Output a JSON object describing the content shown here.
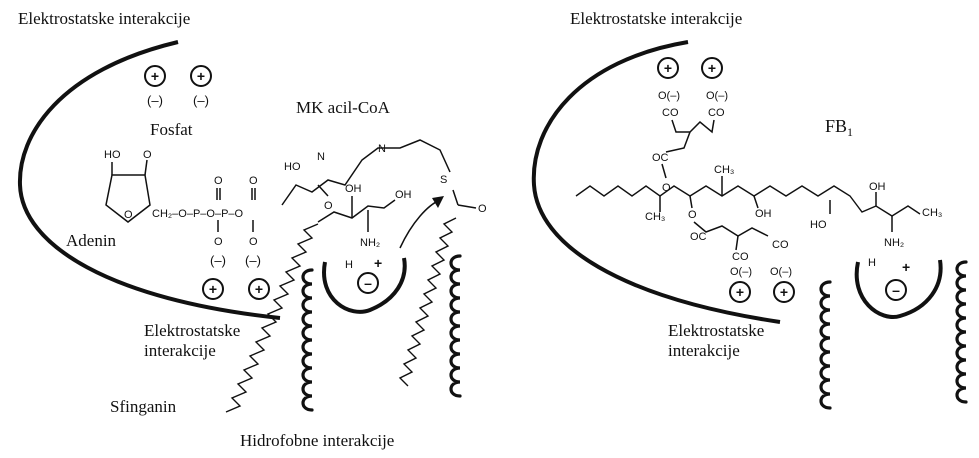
{
  "left": {
    "top_label": "Elektrostatske interakcije",
    "phosphate_label": "Fosfat",
    "acylcoa_label": "MK acil-CoA",
    "adenine_label": "Adenin",
    "bottom_label_line1": "Elektrostatske",
    "bottom_label_line2": "interakcije",
    "sphinganine_label": "Sfinganin",
    "hydrophobic_label": "Hidrofobne interakcije",
    "plus": "+",
    "minus": "(–)",
    "chem": {
      "ho": "HO",
      "o": "O",
      "ch2op": "CH₂–O–P–O–P–O",
      "ho2": "HO",
      "n": "N",
      "nh": "N",
      "s": "S",
      "oh": "OH",
      "oh2": "OH",
      "nh2": "NH₂",
      "h": "H"
    }
  },
  "right": {
    "top_label": "Elektrostatske interakcije",
    "fb1_label": "FB",
    "fb1_sub": "1",
    "bottom_label_line1": "Elektrostatske",
    "bottom_label_line2": "interakcije",
    "plus": "+",
    "chem": {
      "o_neg": "O(–)",
      "co": "CO",
      "oc": "OC",
      "o": "O",
      "ch3": "CH₃",
      "oh": "OH",
      "ho": "HO",
      "nh2": "NH₂",
      "h": "H"
    }
  }
}
